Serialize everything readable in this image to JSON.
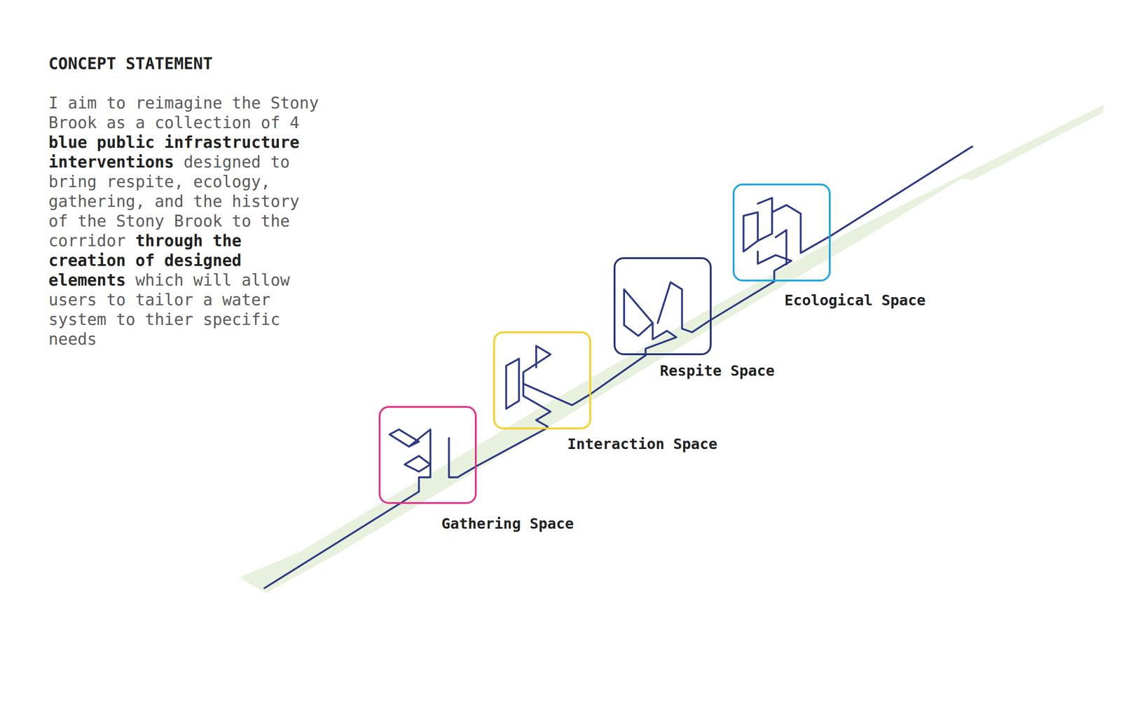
{
  "diagram": {
    "title": "CONCEPT STATEMENT",
    "nodes": [
      {
        "text": [
          "Gathering Space"
        ]
      },
      {
        "text": [
          "Interaction Space"
        ]
      },
      {
        "text": [
          "Respite Space"
        ]
      },
      {
        "text": [
          "Ecological Space"
        ]
      }
    ],
    "edges": [
      {
        "from": 0,
        "to": 1,
        "arrow": "none"
      },
      {
        "from": 1,
        "to": 2,
        "arrow": "none"
      },
      {
        "from": 2,
        "to": 3,
        "arrow": "none"
      }
    ],
    "labels": [
      "I aim to reimagine the Stony Brook as a collection of 4",
      "blue public infrastructure interventions",
      "designed to bring respite, ecology, gathering, and the history of the Stony Brook to the corridor",
      "through the creation of designed elements",
      "which will allow users to tailor a water system to thier specific needs"
    ]
  }
}
